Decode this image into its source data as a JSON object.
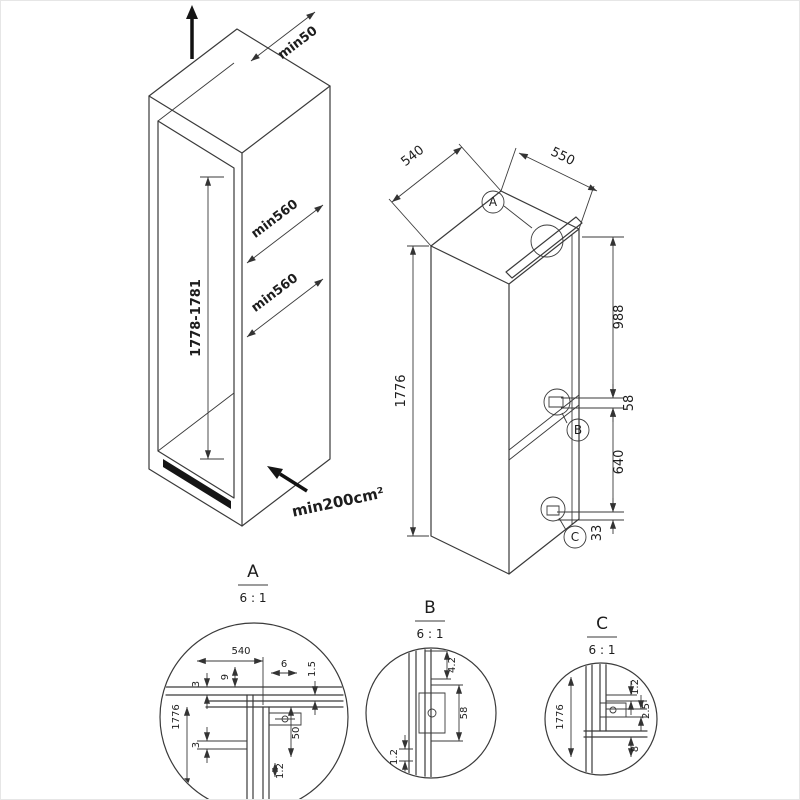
{
  "diagram": {
    "niche": {
      "clearance_top": "min50",
      "niche_height": "1778-1781",
      "niche_depth_upper": "min560",
      "niche_depth_lower": "min560",
      "vent_area": "min200cm²"
    },
    "appliance": {
      "width": "540",
      "depth": "550",
      "height": "1776",
      "upper_door_height": "988",
      "hinge_gap": "58",
      "lower_door_height": "640",
      "bottom_offset": "33"
    },
    "callouts": {
      "a": "A",
      "b": "B",
      "c": "C"
    },
    "details": {
      "a": {
        "label": "A",
        "scale": "6 : 1",
        "dims": {
          "width": "540",
          "d9": "9",
          "d6": "6",
          "d1_5": "1.5",
          "d3_top": "3",
          "height": "1776",
          "d3_bottom": "3",
          "d50": "50",
          "d1_2": "1.2"
        }
      },
      "b": {
        "label": "B",
        "scale": "6 : 1",
        "dims": {
          "d4_2": "4.2",
          "d58": "58",
          "d1_2": "1.2"
        }
      },
      "c": {
        "label": "C",
        "scale": "6 : 1",
        "dims": {
          "height": "1776",
          "d1_2": "1.2",
          "d2_5": "2.5",
          "d8": "8"
        }
      }
    }
  }
}
